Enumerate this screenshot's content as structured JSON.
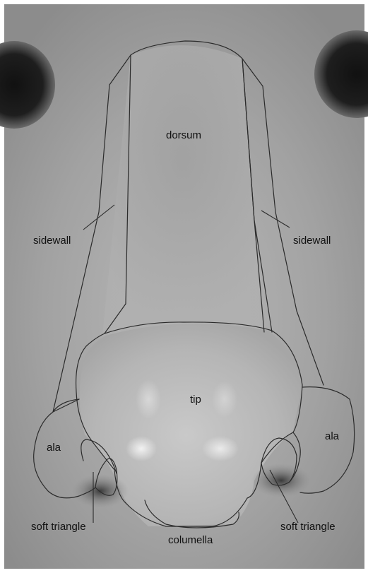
{
  "labels": {
    "dorsum": "dorsum",
    "sidewall_left": "sidewall",
    "sidewall_right": "sidewall",
    "tip": "tip",
    "ala_left": "ala",
    "ala_right": "ala",
    "soft_triangle_left": "soft triangle",
    "soft_triangle_right": "soft triangle",
    "columella": "columella"
  },
  "colors": {
    "outline": "#2b2b2b",
    "skin": "#a9a9a9",
    "label_text": "#111111"
  }
}
